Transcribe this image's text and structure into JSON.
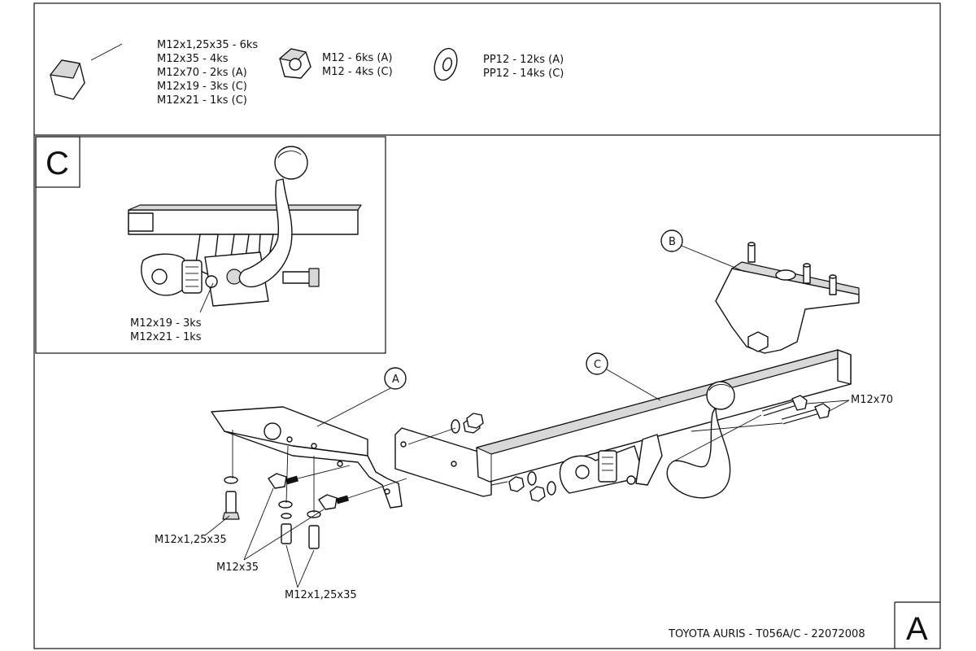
{
  "hardware": {
    "bolts": [
      "M12x1,25x35 - 6ks",
      "M12x35 - 4ks",
      "M12x70 - 2ks (A)",
      "M12x19 - 3ks (C)",
      "M12x21 - 1ks (C)"
    ],
    "nuts": [
      "M12 - 6ks (A)",
      "M12 - 4ks (C)"
    ],
    "washers": [
      "PP12 - 12ks (A)",
      "PP12 - 14ks (C)"
    ]
  },
  "detail_c": {
    "panel_label": "C",
    "bolt_notes": [
      "M12x19 - 3ks",
      "M12x21 - 1ks"
    ]
  },
  "callouts": {
    "a": "A",
    "b": "B",
    "c": "C"
  },
  "labels": {
    "m12x70": "M12x70",
    "m12x125x35_left": "M12x1,25x35",
    "m12x35": "M12x35",
    "m12x125x35_bottom": "M12x1,25x35"
  },
  "footer": {
    "caption": "TOYOTA AURIS - T056A/C - 22072008",
    "sheet_letter": "A"
  }
}
